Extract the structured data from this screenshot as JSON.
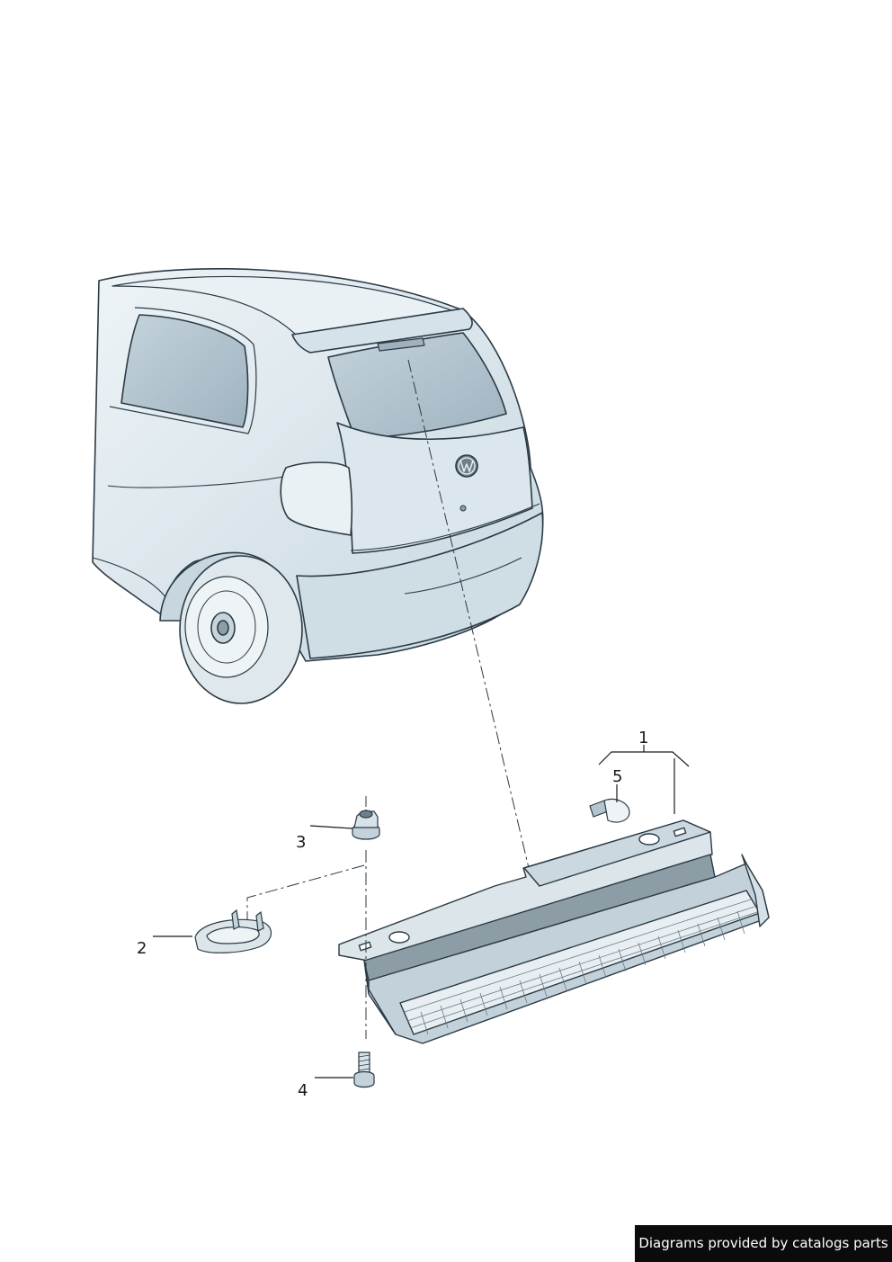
{
  "callouts": [
    {
      "id": "1",
      "label": "1"
    },
    {
      "id": "2",
      "label": "2"
    },
    {
      "id": "3",
      "label": "3"
    },
    {
      "id": "4",
      "label": "4"
    },
    {
      "id": "5",
      "label": "5"
    }
  ],
  "credit": {
    "text": "Diagrams provided by catalogs parts"
  },
  "colors": {
    "body_fill": "#dde8ee",
    "body_shadow": "#b9ccd7",
    "glass": "#a9bcc8",
    "line": "#2b3a44",
    "dark_part": "#8c9da6",
    "credit_bg": "#0b0b0b"
  },
  "icons": [
    "vw-logo-icon"
  ]
}
